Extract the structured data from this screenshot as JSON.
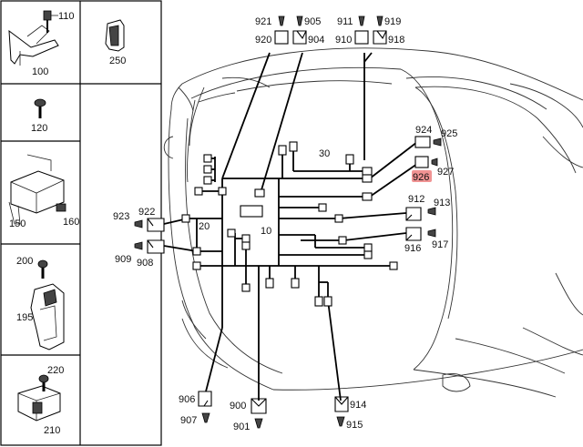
{
  "parts_panel": [
    {
      "id": "p100",
      "labels": [
        "110",
        "100"
      ]
    },
    {
      "id": "p250",
      "labels": [
        "250"
      ]
    },
    {
      "id": "p120",
      "labels": [
        "120"
      ]
    },
    {
      "id": "p150",
      "labels": [
        "150",
        "160"
      ]
    },
    {
      "id": "p195",
      "labels": [
        "200",
        "195"
      ]
    },
    {
      "id": "p210",
      "labels": [
        "220",
        "210"
      ]
    }
  ],
  "callouts": {
    "c921": "921",
    "c905": "905",
    "c920": "920",
    "c904": "904",
    "c911": "911",
    "c919": "919",
    "c910": "910",
    "c918": "918",
    "c924": "924",
    "c925": "925",
    "c926": "926",
    "c927": "927",
    "c912": "912",
    "c913": "913",
    "c916": "916",
    "c917": "917",
    "c923": "923",
    "c922": "922",
    "c909": "909",
    "c908": "908",
    "c906": "906",
    "c907": "907",
    "c900": "900",
    "c901": "901",
    "c914": "914",
    "c915": "915",
    "c30": "30",
    "c20": "20",
    "c10": "10"
  },
  "highlight_color": "#e33b3b"
}
